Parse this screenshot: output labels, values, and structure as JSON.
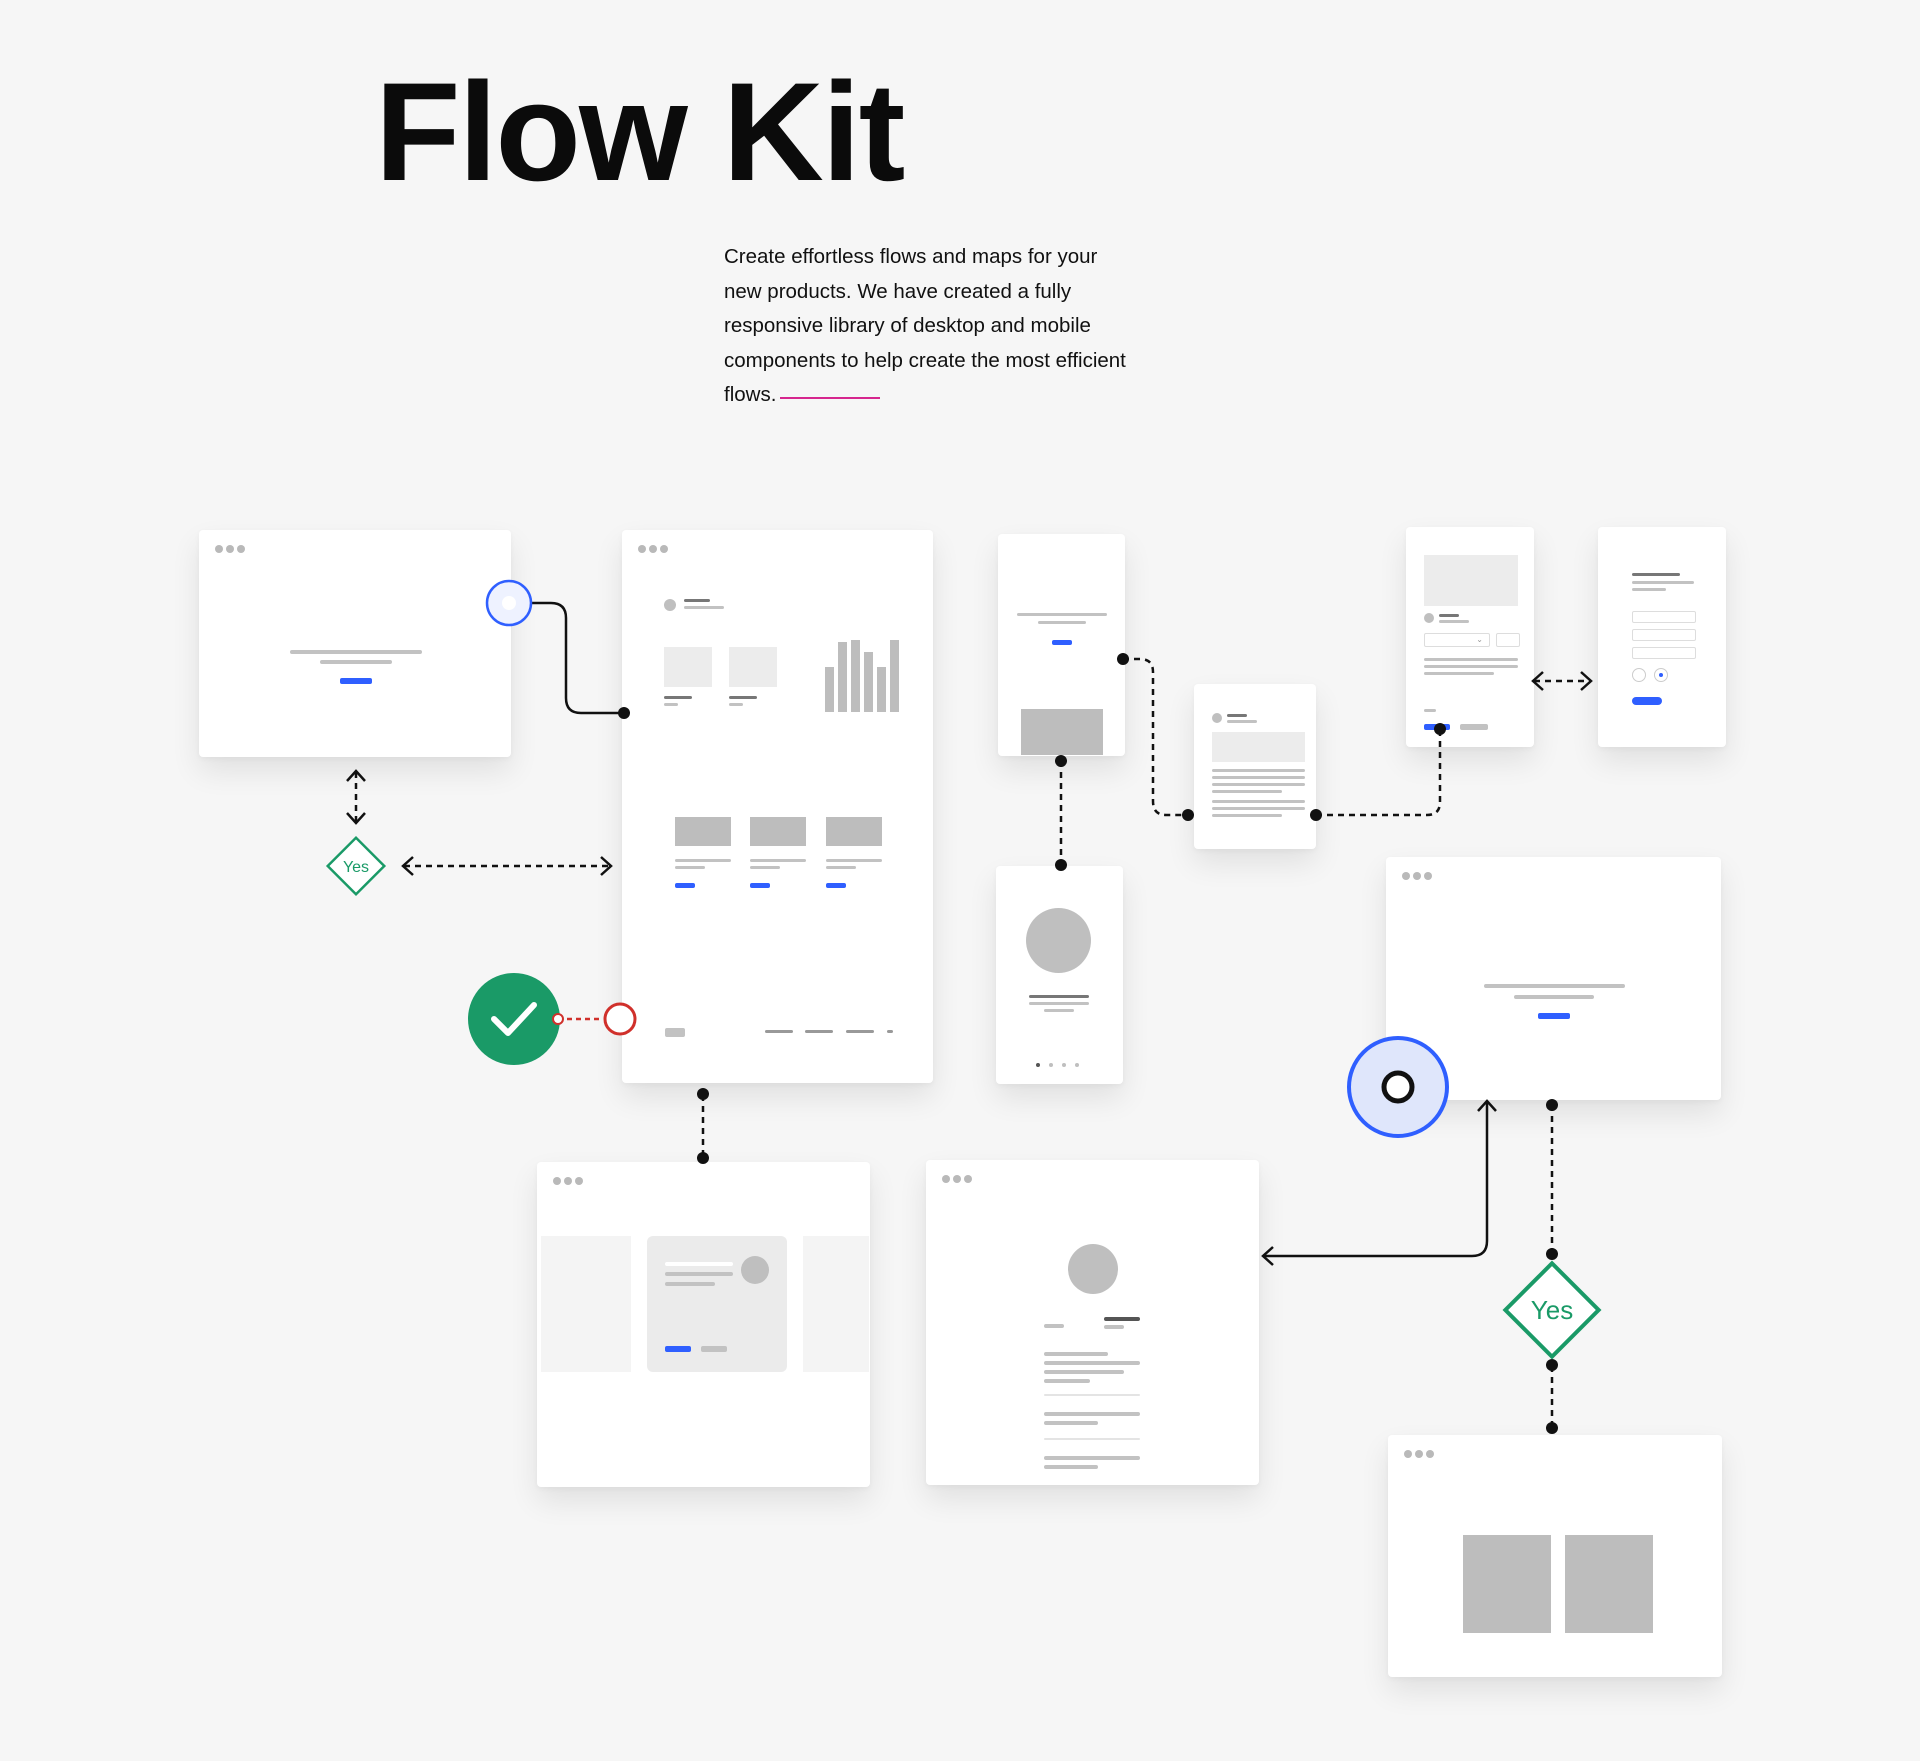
{
  "header": {
    "title": "Flow Kit",
    "description": "Create effortless flows and maps for your new products. We have created a fully responsive library of desktop and mobile components to help create the most efficient flows."
  },
  "diagram": {
    "decision_label_small": "Yes",
    "decision_label_large": "Yes",
    "colors": {
      "accent_blue": "#2f5fff",
      "decision_green": "#1a9a67",
      "error_red": "#d0302b",
      "underline_pink": "#d6268e"
    },
    "icons": [
      "check-icon",
      "start-node-icon",
      "decision-diamond-icon",
      "arrow-icon"
    ]
  }
}
